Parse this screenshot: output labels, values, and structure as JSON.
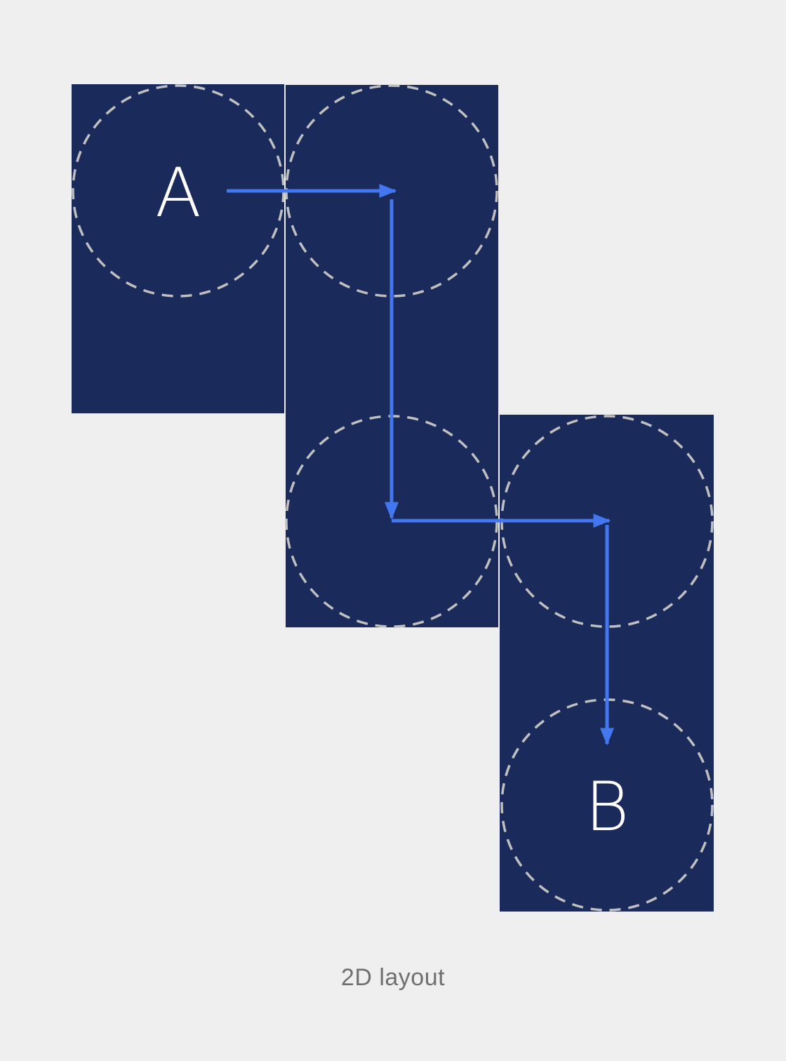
{
  "caption": "2D layout",
  "nodes": {
    "start_label": "A",
    "end_label": "B"
  },
  "colors": {
    "background": "#efefef",
    "panel": "#1a2a5a",
    "circle_outline": "#c0c0c0",
    "arrow": "#4277f0",
    "label": "#ffffff",
    "caption": "#707070"
  }
}
